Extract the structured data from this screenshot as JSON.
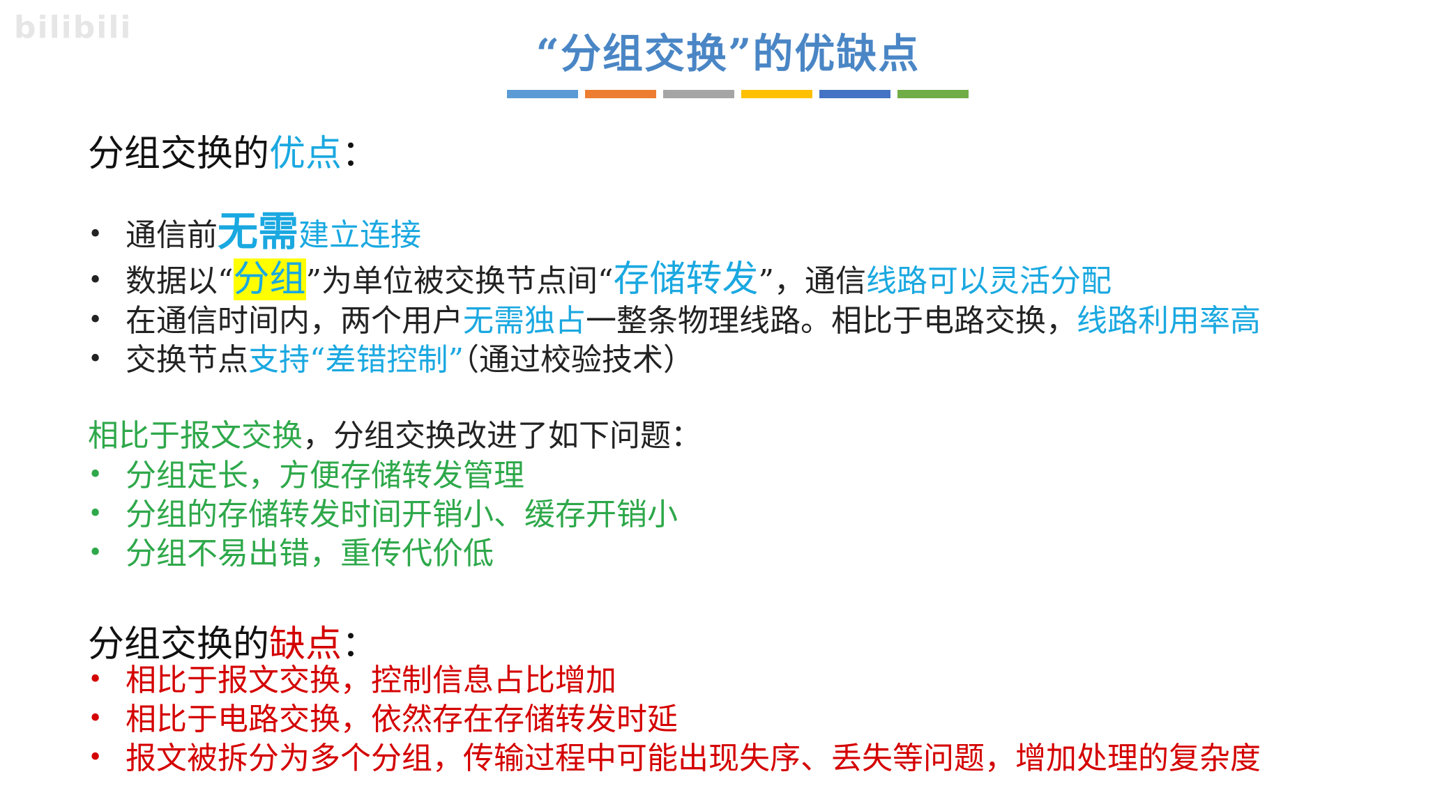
{
  "watermark": "bilibili",
  "title": "“分组交换”的优缺点",
  "colors": {
    "title": "#4a86c5",
    "cyan": "#1aa8e0",
    "green": "#2ea84a",
    "red": "#d40000",
    "highlight": "#ffff00",
    "bar": [
      "#5b9bd5",
      "#ed7d31",
      "#a5a5a5",
      "#ffc000",
      "#4472c4",
      "#70ad47"
    ]
  },
  "advantages": {
    "heading_prefix": "分组交换的",
    "heading_word": "优点",
    "heading_suffix": "：",
    "items": [
      [
        "通信前",
        "无需",
        "建立连接"
      ],
      [
        "数据以“",
        "分组",
        "”为单位被交换节点间“",
        "存储转发",
        "”，通信",
        "线路可以灵活分配"
      ],
      [
        "在通信时间内，两个用户",
        "无需独占",
        "一整条物理线路。相比于电路交换，",
        "线路利用率高"
      ],
      [
        "交换节点",
        "支持“差错控制”",
        "（通过校验技术）"
      ]
    ]
  },
  "comparison": {
    "lead_green": "相比于报文交换",
    "lead_rest": "，分组交换改进了如下问题：",
    "items": [
      "分组定长，方便存储转发管理",
      "分组的存储转发时间开销小、缓存开销小",
      "分组不易出错，重传代价低"
    ]
  },
  "disadvantages": {
    "heading_prefix": "分组交换的",
    "heading_word": "缺点",
    "heading_suffix": "：",
    "items": [
      "相比于报文交换，控制信息占比增加",
      "相比于电路交换，依然存在存储转发时延",
      "报文被拆分为多个分组，传输过程中可能出现失序、丢失等问题，增加处理的复杂度"
    ]
  }
}
